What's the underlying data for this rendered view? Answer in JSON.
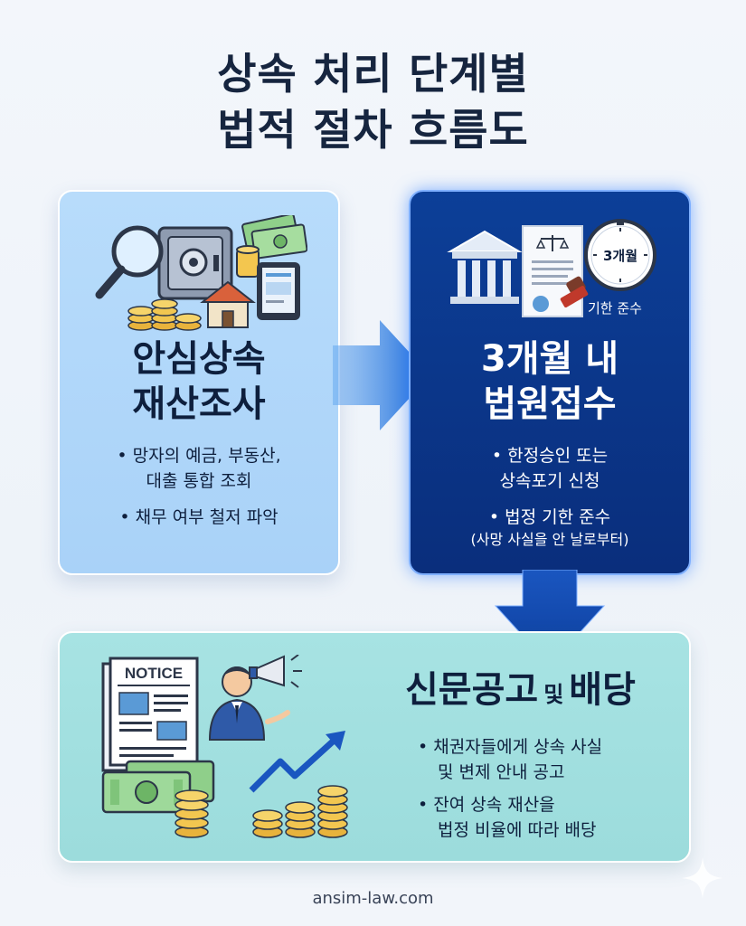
{
  "title": {
    "line1": "상속 처리 단계별",
    "line2": "법적 절차 흐름도"
  },
  "step1": {
    "heading_line1": "안심상속",
    "heading_line2": "재산조사",
    "bullets": [
      {
        "line1": "망자의 예금, 부동산,",
        "line2": "대출 통합 조회"
      },
      {
        "line1": "채무 여부 철저 파악",
        "line2": ""
      }
    ]
  },
  "step2": {
    "clock_label": "3개월",
    "deadline_label": "기한 준수",
    "heading_line1": "3개월 내",
    "heading_line2": "법원접수",
    "bullets": [
      {
        "line1": "한정승인 또는",
        "line2": "상속포기 신청"
      },
      {
        "line1": "법정 기한 준수",
        "note": "(사망 사실을 안 날로부터)"
      }
    ]
  },
  "step3": {
    "notice_label": "NOTICE",
    "heading_main": "신문공고",
    "heading_small": "및",
    "heading_end": "배당",
    "bullets": [
      {
        "line1": "채권자들에게 상속 사실",
        "line2": "및 변제 안내 공고"
      },
      {
        "line1": "잔여 상속 재산을",
        "line2": "법정 비율에 따라 배당"
      }
    ]
  },
  "bullet_char": "•",
  "footer": "ansim-law.com",
  "colors": {
    "title": "#16253f",
    "card_left": "#b0d7fa",
    "card_right": "#0b3a8e",
    "card_bottom": "#a2e0e0",
    "arrow": "#1565d8"
  }
}
